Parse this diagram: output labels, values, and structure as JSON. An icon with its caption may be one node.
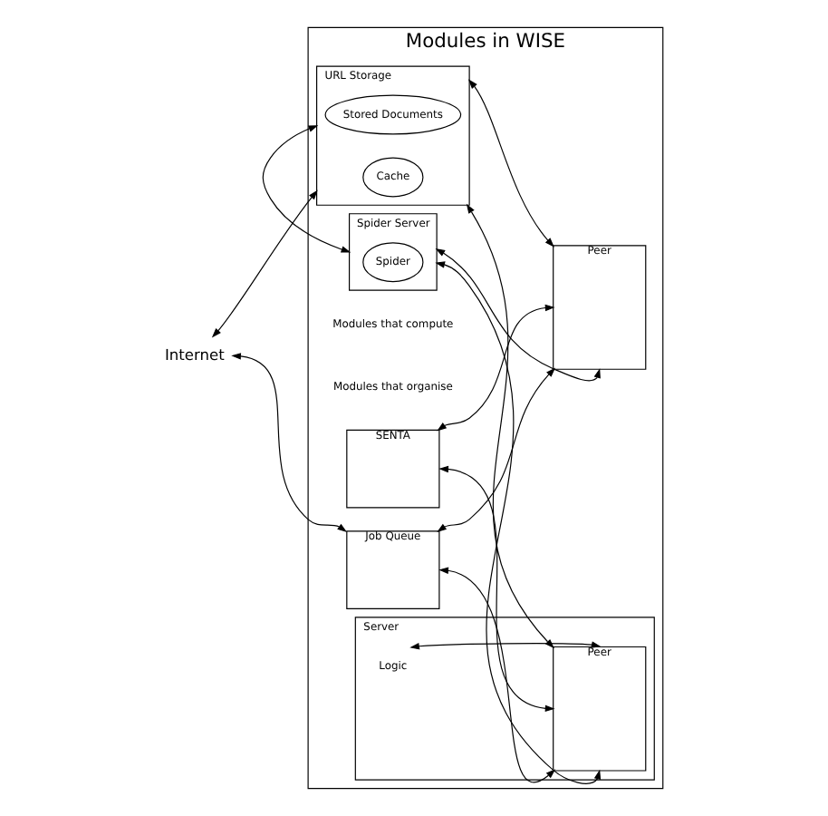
{
  "diagram": {
    "nodes": [
      {
        "text": [
          "Internet"
        ]
      },
      {
        "text": [
          "Modules in WISE"
        ]
      },
      {
        "text": [
          "URL Storage"
        ],
        "in": 1
      },
      {
        "text": [
          "Cache"
        ],
        "in": 2
      },
      {
        "text": [
          "Stored Documents"
        ],
        "in": 2
      },
      {
        "text": [
          "SENTA"
        ],
        "in": 1
      },
      {
        "text": [
          "Job Queue"
        ],
        "in": 1
      },
      {
        "text": [
          "Spider Server"
        ],
        "in": 1
      },
      {
        "text": [
          "Spider"
        ],
        "in": 7
      },
      {
        "text": [
          "Peer"
        ],
        "in": 1
      },
      {
        "text": [
          "Server"
        ],
        "in": 1
      },
      {
        "text": [
          "Logic"
        ],
        "in": 10
      },
      {
        "text": [
          "Peer"
        ],
        "in": 10
      }
    ],
    "edges": [
      {
        "from": 0,
        "to": 2,
        "arrow": "both"
      },
      {
        "from": 0,
        "to": 6,
        "arrow": "both"
      },
      {
        "from": 2,
        "to": 9,
        "arrow": "both"
      },
      {
        "from": 2,
        "to": 12,
        "arrow": "both"
      },
      {
        "from": 5,
        "to": 9,
        "arrow": "both"
      },
      {
        "from": 5,
        "to": 12,
        "arrow": "both"
      },
      {
        "from": 6,
        "to": 9,
        "arrow": "both"
      },
      {
        "from": 6,
        "to": 12,
        "arrow": "both"
      },
      {
        "from": 7,
        "to": 9,
        "arrow": "both"
      },
      {
        "from": 7,
        "to": 12,
        "arrow": "both"
      },
      {
        "from": 2,
        "to": 7,
        "arrow": "both"
      },
      {
        "from": 11,
        "to": 12,
        "arrow": "both"
      }
    ],
    "labels": [
      "Modules that compute",
      "Modules that organise"
    ]
  }
}
